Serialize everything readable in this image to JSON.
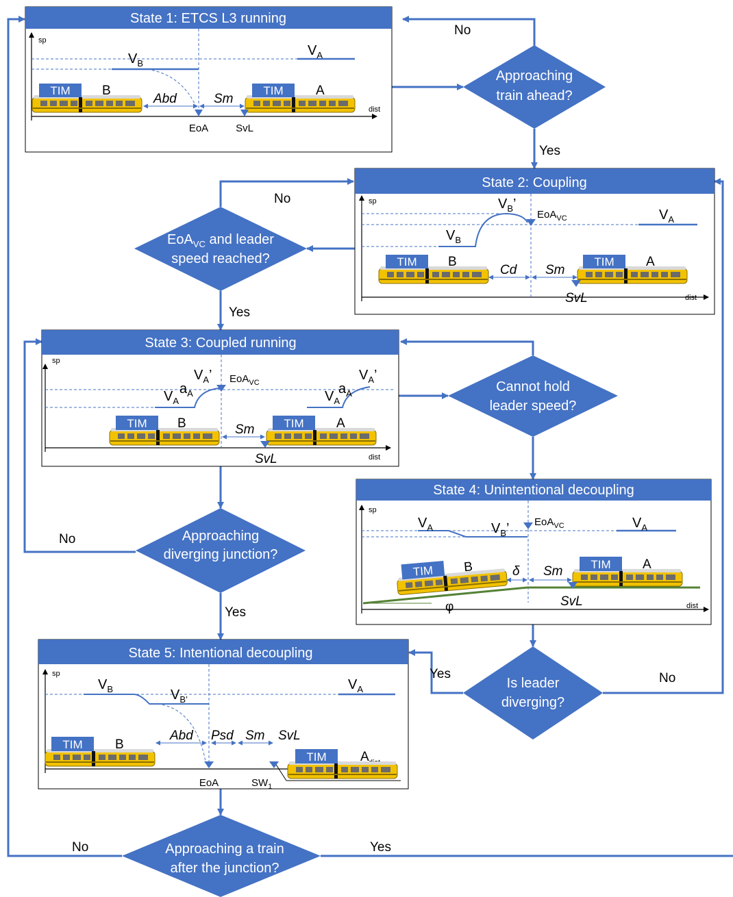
{
  "states": {
    "s1": {
      "title": "State 1: ETCS L3 running"
    },
    "s2": {
      "title": "State 2: Coupling"
    },
    "s3": {
      "title": "State 3: Coupled running"
    },
    "s4": {
      "title": "State 4: Unintentional decoupling"
    },
    "s5": {
      "title": "State 5: Intentional decoupling"
    }
  },
  "decisions": {
    "d1": {
      "line1": "Approaching",
      "line2": "train ahead?"
    },
    "d2": {
      "line1": "EoA",
      "line1_sub": "VC",
      "line1_tail": " and leader",
      "line2": "speed reached?"
    },
    "d3": {
      "line1": "Cannot hold",
      "line2": "leader speed?"
    },
    "d4": {
      "line1": "Approaching",
      "line2": "diverging junction?"
    },
    "d5": {
      "line1": "Is leader",
      "line2": "diverging?"
    },
    "d6": {
      "line1": "Approaching a train",
      "line2": "after the junction?"
    }
  },
  "edges": {
    "yes": "Yes",
    "no": "No"
  },
  "plot_labels": {
    "sp": "sp",
    "dist": "dist",
    "tim": "TIM",
    "train_a": "A",
    "train_b": "B",
    "v": "V",
    "v_a_sub": "A",
    "v_b_sub": "B",
    "prime": "’",
    "v_b_prime_sub": "B’",
    "a": "a",
    "eoa": "EoA",
    "eoa_vc_sub": "VC",
    "svl": "SvL",
    "sm": "Sm",
    "abd": "Abd",
    "cd": "Cd",
    "psd": "Psd",
    "delta": "δ",
    "phi": "φ",
    "sw": "SW",
    "sw_sub": "1"
  },
  "colors": {
    "accent": "#4472C4",
    "title_fill": "#4472C4",
    "train_body": "#F2C200",
    "train_roof": "#D9D9D9",
    "gradient_line": "#548235"
  }
}
